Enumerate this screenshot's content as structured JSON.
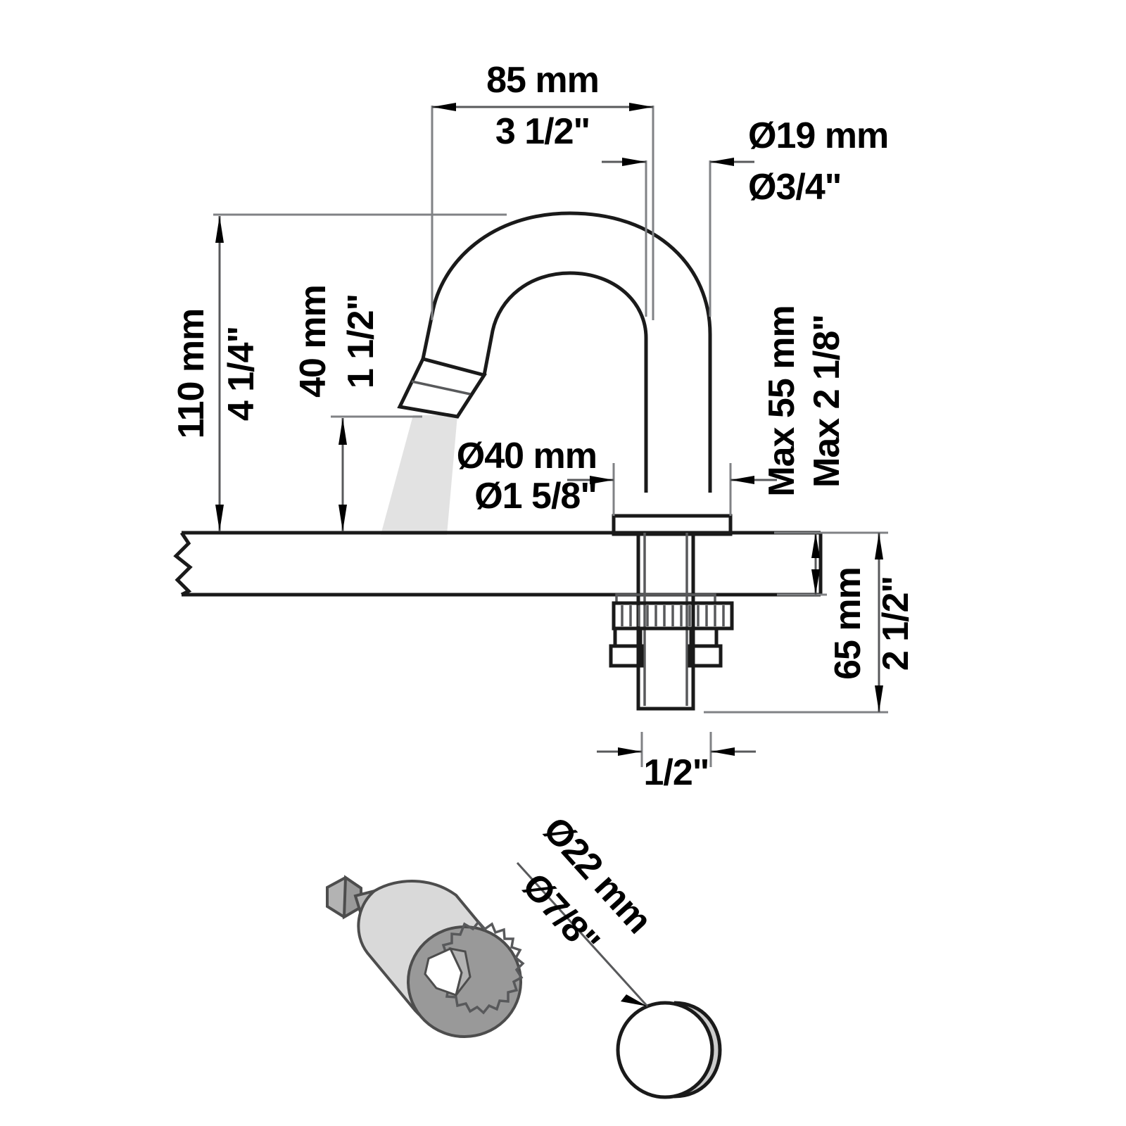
{
  "drawing": {
    "title": "Faucet installation dimension drawing",
    "type": "technical-dimension-drawing",
    "units": [
      "mm",
      "inch"
    ],
    "colors": {
      "outline": "#1a1a1a",
      "dimension_line": "#58595b",
      "extension_line": "#808285",
      "tool_body": "#b3b3b3",
      "tool_light": "#d9d9d9",
      "water_stream": "#e2e2e2",
      "background": "#ffffff"
    }
  },
  "dimensions": {
    "spout_reach": {
      "metric": "85 mm",
      "imperial": "3 1/2\"",
      "orientation": "horizontal",
      "position": "top"
    },
    "tube_diameter": {
      "metric": "Ø19 mm",
      "imperial": "Ø3/4\"",
      "orientation": "horizontal",
      "position": "top-right"
    },
    "spout_height": {
      "metric": "110 mm",
      "imperial": "4 1/4\"",
      "orientation": "vertical",
      "position": "left"
    },
    "outlet_height": {
      "metric": "40 mm",
      "imperial": "1 1/2\"",
      "orientation": "vertical",
      "position": "left-inner"
    },
    "base_diameter": {
      "metric": "Ø40 mm",
      "imperial": "Ø1 5/8\"",
      "orientation": "horizontal",
      "position": "center"
    },
    "max_counter_thickness": {
      "metric": "Max 55 mm",
      "imperial": "Max 2 1/8\"",
      "orientation": "vertical",
      "position": "right"
    },
    "shank_length": {
      "metric": "65 mm",
      "imperial": "2 1/2\"",
      "orientation": "vertical",
      "position": "right-lower"
    },
    "inlet_thread": {
      "metric": "",
      "imperial": "1/2\"",
      "orientation": "horizontal",
      "position": "bottom"
    },
    "hole_diameter": {
      "metric": "Ø22 mm",
      "imperial": "Ø7/8\"",
      "orientation": "diagonal",
      "position": "bottom-center"
    }
  },
  "components": {
    "faucet_spout": "gooseneck-spout",
    "nozzle": "angled-outlet-collar",
    "water_stream": "water-stream",
    "counter": "countertop-section",
    "break_line": "counter-break-line",
    "flange": "mounting-flange",
    "shank": "threaded-shank",
    "lock_nut": "knurled-lock-nut",
    "side_nuts": "mounting-nuts",
    "hole_saw": "hole-saw-tool",
    "drilled_hole": "drilled-hole-circle"
  }
}
